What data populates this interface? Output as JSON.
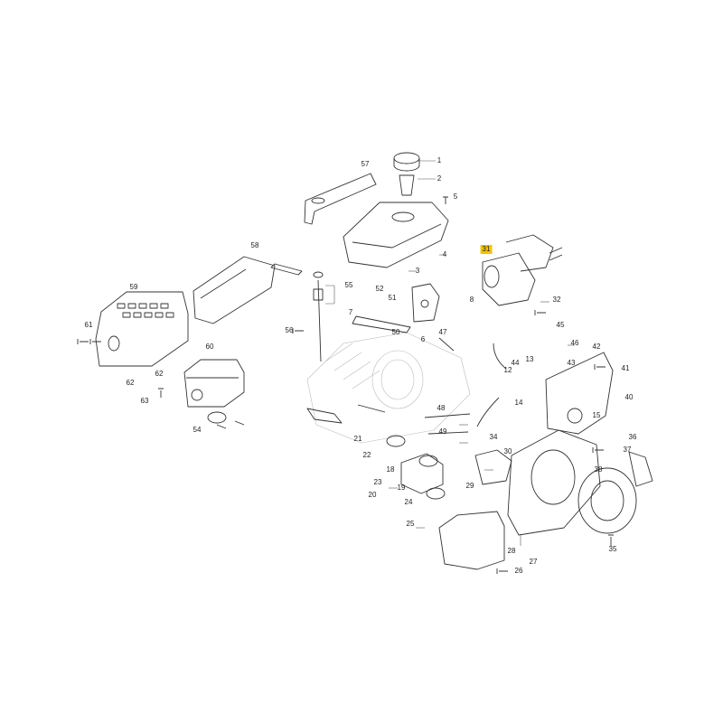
{
  "diagram": {
    "highlight_color": "#f5c400",
    "stroke_color": "#333333",
    "labels": [
      {
        "id": "1",
        "text": "1"
      },
      {
        "id": "2",
        "text": "2"
      },
      {
        "id": "3",
        "text": "3"
      },
      {
        "id": "4",
        "text": "4"
      },
      {
        "id": "5",
        "text": "5"
      },
      {
        "id": "6",
        "text": "6"
      },
      {
        "id": "7",
        "text": "7"
      },
      {
        "id": "8",
        "text": "8"
      },
      {
        "id": "12",
        "text": "12"
      },
      {
        "id": "13",
        "text": "13"
      },
      {
        "id": "14",
        "text": "14"
      },
      {
        "id": "15",
        "text": "15"
      },
      {
        "id": "18",
        "text": "18"
      },
      {
        "id": "19",
        "text": "19"
      },
      {
        "id": "20",
        "text": "20"
      },
      {
        "id": "21",
        "text": "21"
      },
      {
        "id": "22",
        "text": "22"
      },
      {
        "id": "23",
        "text": "23"
      },
      {
        "id": "24",
        "text": "24"
      },
      {
        "id": "25",
        "text": "25"
      },
      {
        "id": "26",
        "text": "26"
      },
      {
        "id": "27",
        "text": "27"
      },
      {
        "id": "28",
        "text": "28"
      },
      {
        "id": "29",
        "text": "29"
      },
      {
        "id": "30",
        "text": "30"
      },
      {
        "id": "31",
        "text": "31",
        "highlight": true
      },
      {
        "id": "32",
        "text": "32"
      },
      {
        "id": "34",
        "text": "34"
      },
      {
        "id": "35",
        "text": "35"
      },
      {
        "id": "36",
        "text": "36"
      },
      {
        "id": "37",
        "text": "37"
      },
      {
        "id": "38",
        "text": "38"
      },
      {
        "id": "40",
        "text": "40"
      },
      {
        "id": "41",
        "text": "41"
      },
      {
        "id": "42",
        "text": "42"
      },
      {
        "id": "43",
        "text": "43"
      },
      {
        "id": "44",
        "text": "44"
      },
      {
        "id": "45",
        "text": "45"
      },
      {
        "id": "46",
        "text": "46"
      },
      {
        "id": "47",
        "text": "47"
      },
      {
        "id": "48",
        "text": "48"
      },
      {
        "id": "49",
        "text": "49"
      },
      {
        "id": "50",
        "text": "50"
      },
      {
        "id": "51",
        "text": "51"
      },
      {
        "id": "52",
        "text": "52"
      },
      {
        "id": "54",
        "text": "54"
      },
      {
        "id": "55",
        "text": "55"
      },
      {
        "id": "56",
        "text": "56"
      },
      {
        "id": "57",
        "text": "57"
      },
      {
        "id": "58",
        "text": "58"
      },
      {
        "id": "59",
        "text": "59"
      },
      {
        "id": "60",
        "text": "60"
      },
      {
        "id": "61",
        "text": "61"
      },
      {
        "id": "62a",
        "text": "62"
      },
      {
        "id": "62b",
        "text": "62"
      },
      {
        "id": "63",
        "text": "63"
      }
    ]
  }
}
